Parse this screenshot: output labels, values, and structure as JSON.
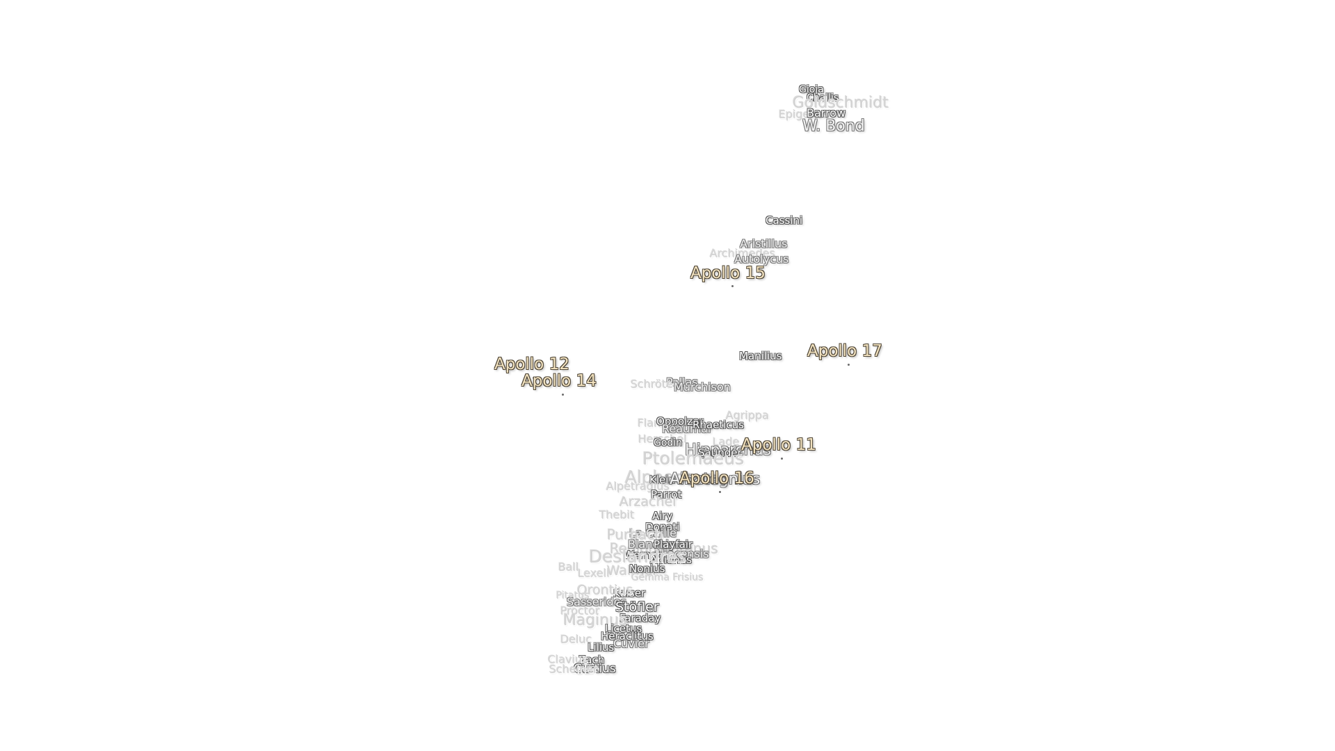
{
  "map": {
    "craters": [
      "Gioja",
      "Challis",
      "Goldschmidt",
      "Epigenes",
      "Barrow",
      "W. Bond",
      "Cassini",
      "Aristillus",
      "Archimedes",
      "Autolycus",
      "Manilius",
      "Pallas",
      "Schröter",
      "Murchison",
      "Agrippa",
      "Flamsteed",
      "Oppolzer",
      "Réaumur",
      "Rhaeticus",
      "Herschel",
      "Lade",
      "Godin",
      "Hipparchus",
      "Saunder",
      "Ptolemaeus",
      "Alphonsus",
      "Klein",
      "Albategnius",
      "Alpetragius",
      "Parrot",
      "Arzachel",
      "Thebit",
      "Airy",
      "Donati",
      "La Caille",
      "Purbach",
      "Regiomontanus",
      "Blanchinus",
      "Playfair",
      "Aliacensis",
      "Werner",
      "Apianus",
      "Deslandres",
      "Ball",
      "Lexell",
      "Walther",
      "Nonius",
      "Kaiser",
      "Gemma Frisius",
      "Orontius",
      "Pitatus",
      "Sasserides",
      "Proctor",
      "Stöfler",
      "Faraday",
      "Maginus",
      "Licetus",
      "Heraclitus",
      "Cuvier",
      "Deluc",
      "Lilius",
      "Zach",
      "Clavius",
      "Curtius",
      "Scheiner"
    ],
    "apollo_sites": [
      "Apollo 15",
      "Apollo 17",
      "Apollo 12",
      "Apollo 14",
      "Apollo 11",
      "Apollo 16"
    ]
  }
}
